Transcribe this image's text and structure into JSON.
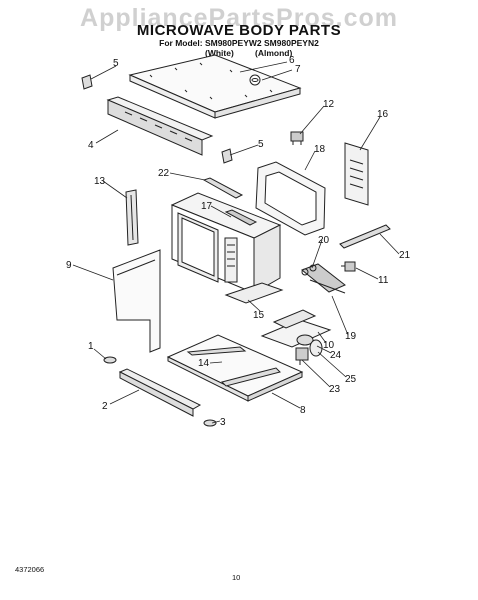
{
  "watermark": "AppliancePartsPros.com",
  "header": {
    "title": "MICROWAVE BODY PARTS",
    "model_line": "For Model: SM980PEYW2 SM980PEYN2",
    "color_white": "(White)",
    "color_almond": "(Almond)"
  },
  "callouts": [
    {
      "num": "1"
    },
    {
      "num": "2"
    },
    {
      "num": "3"
    },
    {
      "num": "4"
    },
    {
      "num": "5"
    },
    {
      "num": "5"
    },
    {
      "num": "6"
    },
    {
      "num": "7"
    },
    {
      "num": "8"
    },
    {
      "num": "9"
    },
    {
      "num": "10"
    },
    {
      "num": "11"
    },
    {
      "num": "12"
    },
    {
      "num": "13"
    },
    {
      "num": "14"
    },
    {
      "num": "15"
    },
    {
      "num": "16"
    },
    {
      "num": "17"
    },
    {
      "num": "18"
    },
    {
      "num": "19"
    },
    {
      "num": "20"
    },
    {
      "num": "21"
    },
    {
      "num": "22"
    },
    {
      "num": "23"
    },
    {
      "num": "24"
    },
    {
      "num": "25"
    }
  ],
  "footer": {
    "doc_number": "4372066",
    "page_number": "10"
  }
}
